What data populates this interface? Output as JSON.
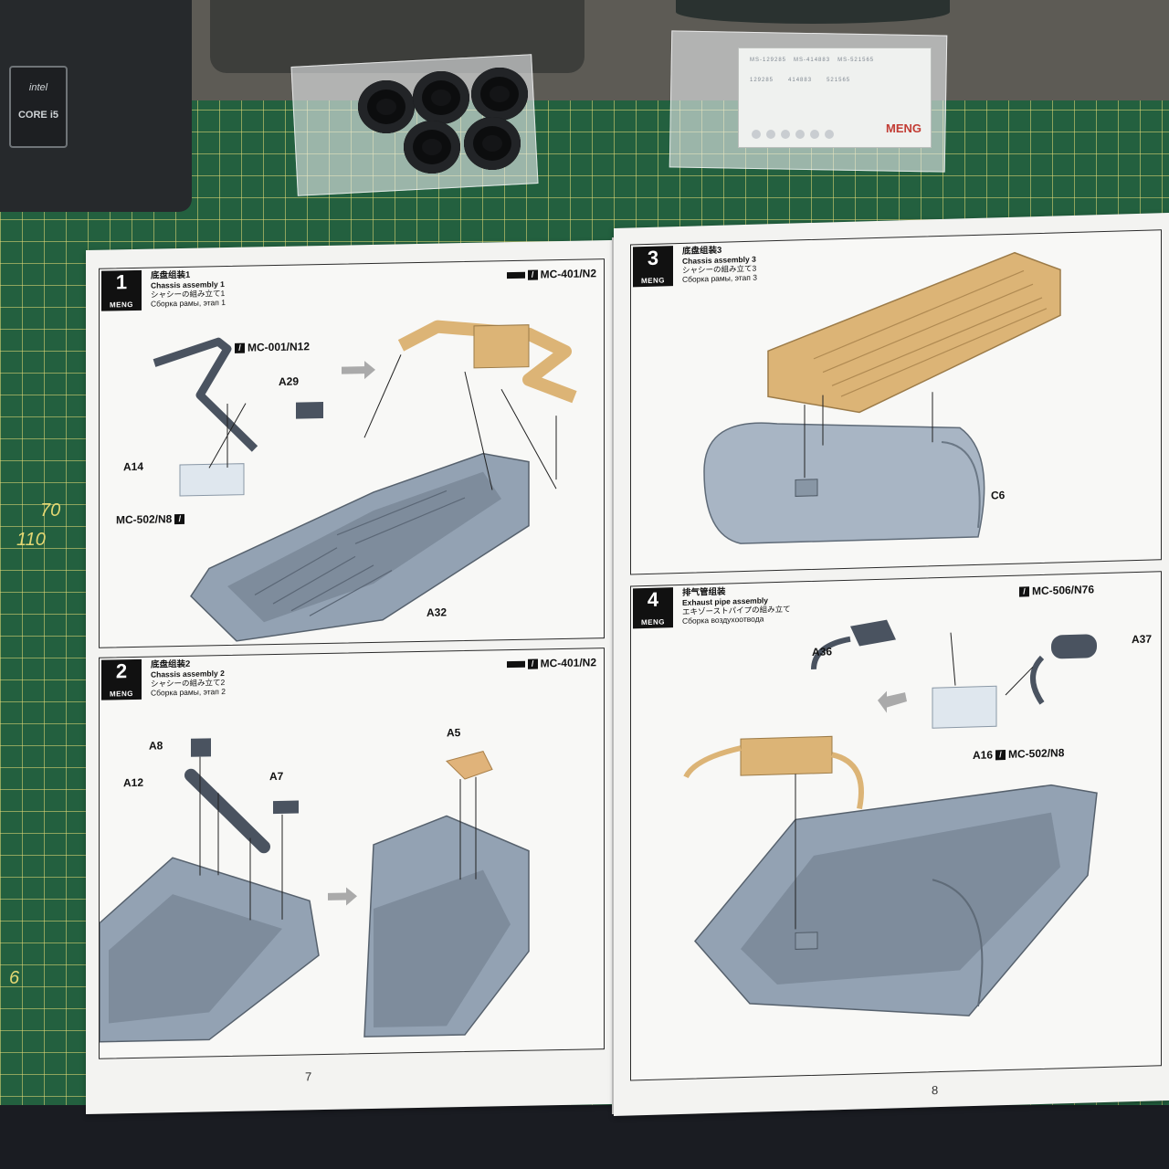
{
  "desk": {
    "mat_numbers": [
      "70",
      "110",
      "6"
    ],
    "pc_sticker": {
      "brand": "intel",
      "model": "CORE i5"
    },
    "decal_sheet": {
      "brand": "MENG",
      "codes_row1": [
        "MS-129285",
        "MS-414883",
        "MS-521565"
      ],
      "codes_row2": [
        "129285",
        "414883",
        "521565"
      ]
    }
  },
  "booklet": {
    "brand_logo": "MENG",
    "steps": [
      {
        "number": "1",
        "title_zh": "底盘组装1",
        "title_en": "Chassis assembly 1",
        "title_ja": "シャシーの組み立て1",
        "title_ru": "Сборка рамы, этап 1",
        "paint": "MC-401/N2",
        "labels": {
          "paint_part": "MC-001/N12",
          "a29": "A29",
          "a14": "A14",
          "paint_clear": "MC-502/N8",
          "a32": "A32"
        }
      },
      {
        "number": "2",
        "title_zh": "底盘组装2",
        "title_en": "Chassis assembly 2",
        "title_ja": "シャシーの組み立て2",
        "title_ru": "Сборка рамы, этап 2",
        "paint": "MC-401/N2",
        "labels": {
          "a8": "A8",
          "a12": "A12",
          "a7": "A7",
          "a5": "A5"
        }
      },
      {
        "number": "3",
        "title_zh": "底盘组装3",
        "title_en": "Chassis assembly 3",
        "title_ja": "シャシーの組み立て3",
        "title_ru": "Сборка рамы, этап 3",
        "labels": {
          "c6": "C6"
        }
      },
      {
        "number": "4",
        "title_zh": "排气管组装",
        "title_en": "Exhaust pipe assembly",
        "title_ja": "エキゾーストパイプの組み立て",
        "title_ru": "Сборка воздухоотвода",
        "paint": "MC-506/N76",
        "labels": {
          "a36": "A36",
          "a37": "A37",
          "a16": "A16",
          "paint_clear": "MC-502/N8"
        }
      }
    ],
    "page_left": "7",
    "page_right": "8"
  },
  "colors": {
    "mat": "#23603f",
    "grid": "#e4d873",
    "grey_part": "#93a2b3",
    "tan_part": "#dcb476",
    "page": "#f3f3f1"
  }
}
